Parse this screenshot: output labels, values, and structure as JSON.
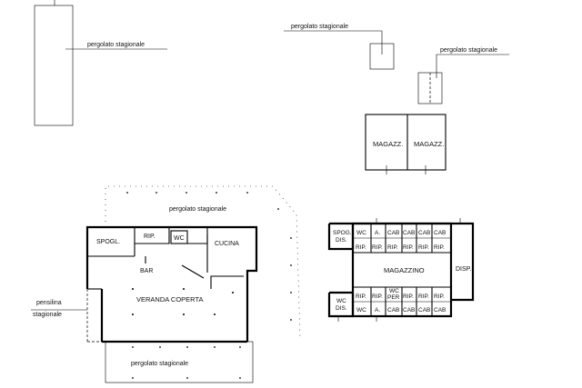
{
  "labels": {
    "pergola_top_left": "pergolato stagionale",
    "pergola_top_right_a": "pergolato stagionale",
    "pergola_top_right_b": "pergolato stagionale",
    "magazz_left": "MAGAZZ.",
    "magazz_right": "MAGAZZ.",
    "pergola_upper": "pergolato stagionale",
    "spogl": "SPOGL.",
    "rip_main": "RIP.",
    "wc_main": "WC",
    "cucina": "CUCINA",
    "bar": "BAR",
    "veranda": "VERANDA COPERTA",
    "pensilina_1": "pensilina",
    "pensilina_2": "stagionale",
    "pergola_lower": "pergolato stagionale",
    "spog_dis_1": "SPOG.",
    "spog_dis_2": "DIS.",
    "magazzino": "MAGAZZINO",
    "disp": "DISP.",
    "wc_dis_1": "WC",
    "wc_dis_2": "DIS.",
    "top_row": [
      "WC",
      "A.",
      "CAB",
      "CAB",
      "CAB",
      "CAB"
    ],
    "rip_row_top": [
      "RIP.",
      "RIP.",
      "RIP.",
      "RIP.",
      "RIP.",
      "RIP."
    ],
    "rip_row_bottom": [
      "RIP.",
      "RIP.",
      "WC",
      "RIP.",
      "RIP.",
      "RIP."
    ],
    "per_label": "PER",
    "bottom_row": [
      "WC",
      "A.",
      "CAB",
      "CAB",
      "CAB",
      "CAB"
    ]
  }
}
